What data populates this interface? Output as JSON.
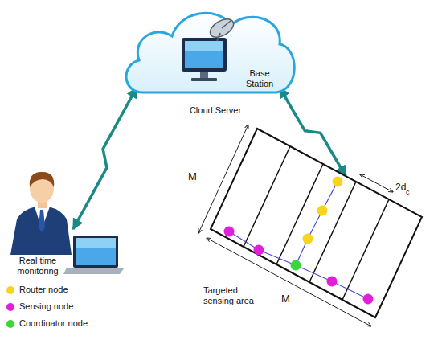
{
  "diagram": {
    "nodes": [
      {
        "text": [
          "Base Station",
          "Cloud Server"
        ]
      },
      {
        "text": [
          "Real time monitoring"
        ]
      },
      {
        "text": [
          "Targeted sensing area"
        ]
      }
    ],
    "edges": [
      {
        "from": 1,
        "to": 0,
        "arrow": "both"
      },
      {
        "from": 0,
        "to": 2,
        "arrow": "both"
      }
    ],
    "labels": [
      "M",
      "M",
      "2d",
      "c"
    ],
    "legend": [
      {
        "text": "Router node",
        "color": "#f7d51d"
      },
      {
        "text": "Sensing node",
        "color": "#e11fd8"
      },
      {
        "text": "Coordinator node",
        "color": "#3ad63a"
      }
    ]
  }
}
